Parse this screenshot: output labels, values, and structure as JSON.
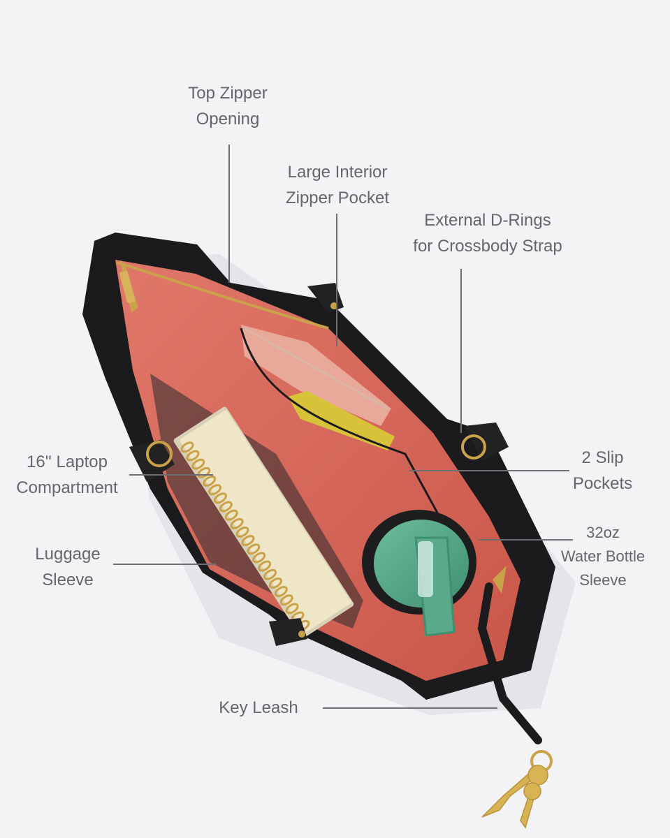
{
  "callouts": {
    "top_zipper": [
      "Top Zipper",
      "Opening"
    ],
    "large_pocket": [
      "Large Interior",
      "Zipper Pocket"
    ],
    "d_rings": [
      "External D-Rings",
      "for Crossbody Strap"
    ],
    "laptop": [
      "16'' Laptop",
      "Compartment"
    ],
    "slip_pockets": [
      "2 Slip",
      "Pockets"
    ],
    "luggage": [
      "Luggage",
      "Sleeve"
    ],
    "water_bottle": [
      "32oz",
      "Water Bottle",
      "Sleeve"
    ],
    "key_leash": [
      "Key Leash"
    ]
  },
  "colors": {
    "background": "#f3f2f5",
    "bag_leather": "#1b1b1d",
    "lining_coral": "#d9685a",
    "zipper_gold": "#c9a24a",
    "bottle_green": "#5aa98a",
    "notebook_cream": "#efe6c8",
    "pouch_pink": "#e9a99a",
    "pouch_yellow": "#d8c23a",
    "leader_line": "#6e6d72",
    "text": "#66656b"
  }
}
